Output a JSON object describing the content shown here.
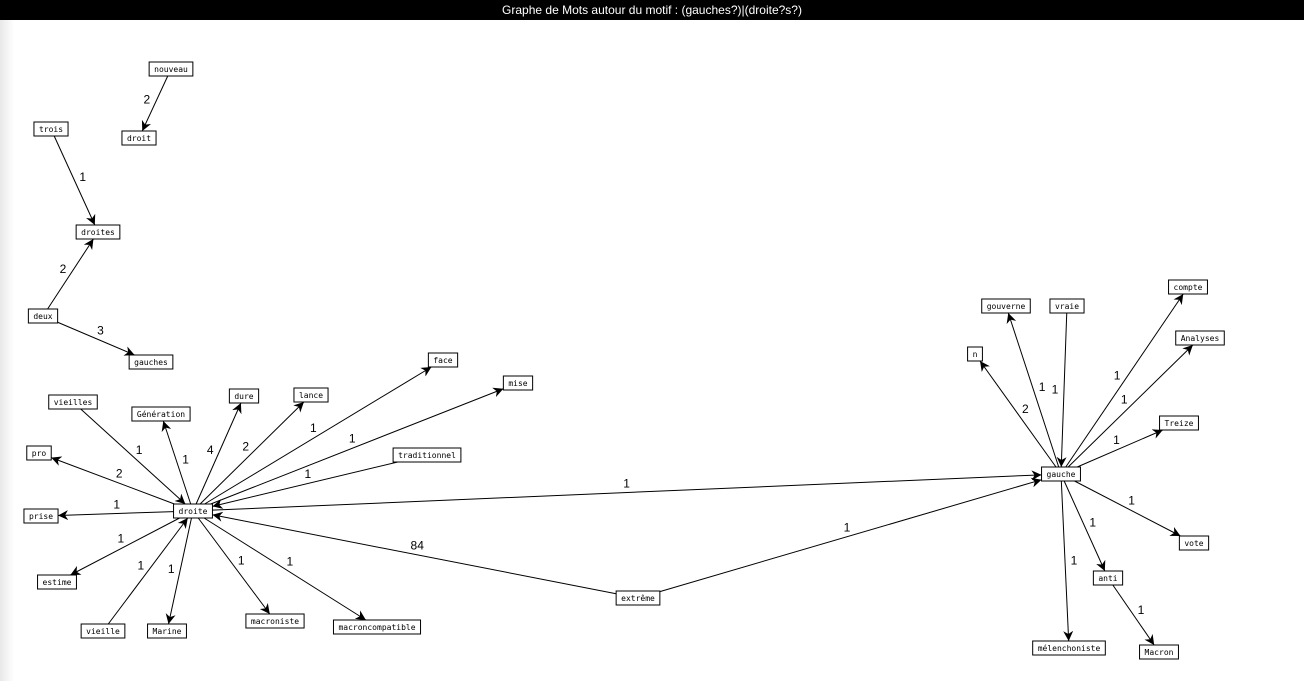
{
  "window": {
    "title": "Graphe de Mots autour du motif : (gauches?)|(droite?s?)"
  },
  "nodes": {
    "nouveau": "nouveau",
    "droit": "droit",
    "trois": "trois",
    "droites": "droites",
    "deux": "deux",
    "gauches": "gauches",
    "vieilles": "vieilles",
    "generation": "Génération",
    "dure": "dure",
    "lance": "lance",
    "face": "face",
    "mise": "mise",
    "traditionnel": "traditionnel",
    "pro": "pro",
    "droite": "droite",
    "prise": "prise",
    "estime": "estime",
    "vieille": "vieille",
    "marine": "Marine",
    "macroniste": "macroniste",
    "macroncompatible": "macroncompatible",
    "extreme": "extrême",
    "gauche": "gauche",
    "n": "n",
    "gouverne": "gouverne",
    "vraie": "vraie",
    "compte": "compte",
    "analyses": "Analyses",
    "treize": "Treize",
    "vote": "vote",
    "anti": "anti",
    "melenchoniste": "mélenchoniste",
    "macron": "Macron"
  },
  "edges": [
    {
      "from": "nouveau",
      "to": "droit",
      "weight": "2"
    },
    {
      "from": "trois",
      "to": "droites",
      "weight": "1"
    },
    {
      "from": "deux",
      "to": "droites",
      "weight": "2"
    },
    {
      "from": "deux",
      "to": "gauches",
      "weight": "3"
    },
    {
      "from": "vieilles",
      "to": "droite",
      "weight": "1"
    },
    {
      "from": "droite",
      "to": "generation",
      "weight": "1"
    },
    {
      "from": "droite",
      "to": "dure",
      "weight": "4"
    },
    {
      "from": "droite",
      "to": "lance",
      "weight": "2"
    },
    {
      "from": "droite",
      "to": "face",
      "weight": "1"
    },
    {
      "from": "droite",
      "to": "mise",
      "weight": "1"
    },
    {
      "from": "traditionnel",
      "to": "droite",
      "weight": "1"
    },
    {
      "from": "droite",
      "to": "pro",
      "weight": "2"
    },
    {
      "from": "droite",
      "to": "prise",
      "weight": "1"
    },
    {
      "from": "droite",
      "to": "estime",
      "weight": "1"
    },
    {
      "from": "vieille",
      "to": "droite",
      "weight": "1"
    },
    {
      "from": "droite",
      "to": "marine",
      "weight": "1"
    },
    {
      "from": "droite",
      "to": "macroniste",
      "weight": "1"
    },
    {
      "from": "droite",
      "to": "macroncompatible",
      "weight": "1"
    },
    {
      "from": "extreme",
      "to": "droite",
      "weight": "84"
    },
    {
      "from": "droite",
      "to": "gauche",
      "weight": "1"
    },
    {
      "from": "extreme",
      "to": "gauche",
      "weight": "1"
    },
    {
      "from": "gauche",
      "to": "n",
      "weight": "2"
    },
    {
      "from": "gauche",
      "to": "gouverne",
      "weight": "1"
    },
    {
      "from": "vraie",
      "to": "gauche",
      "weight": "1"
    },
    {
      "from": "gauche",
      "to": "compte",
      "weight": "1"
    },
    {
      "from": "gauche",
      "to": "analyses",
      "weight": "1"
    },
    {
      "from": "gauche",
      "to": "treize",
      "weight": "1"
    },
    {
      "from": "gauche",
      "to": "vote",
      "weight": "1"
    },
    {
      "from": "gauche",
      "to": "anti",
      "weight": "1"
    },
    {
      "from": "anti",
      "to": "macron",
      "weight": "1"
    },
    {
      "from": "gauche",
      "to": "melenchoniste",
      "weight": "1"
    }
  ]
}
